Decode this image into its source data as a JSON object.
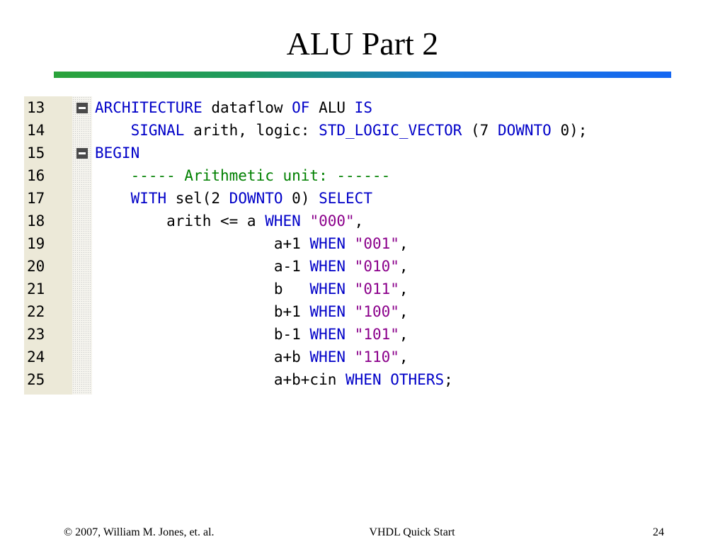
{
  "slide": {
    "title": "ALU Part 2"
  },
  "code": {
    "lines": [
      {
        "number": "13",
        "fold": true,
        "tokens": [
          {
            "t": "ARCHITECTURE",
            "k": "kw"
          },
          {
            "t": " dataflow ",
            "k": "plain"
          },
          {
            "t": "OF",
            "k": "kw"
          },
          {
            "t": " ALU ",
            "k": "plain"
          },
          {
            "t": "IS",
            "k": "kw"
          }
        ]
      },
      {
        "number": "14",
        "fold": false,
        "tokens": [
          {
            "t": "    ",
            "k": "plain"
          },
          {
            "t": "SIGNAL",
            "k": "kw"
          },
          {
            "t": " arith, logic: ",
            "k": "plain"
          },
          {
            "t": "STD_LOGIC_VECTOR",
            "k": "kw"
          },
          {
            "t": " (7 ",
            "k": "plain"
          },
          {
            "t": "DOWNTO",
            "k": "kw"
          },
          {
            "t": " 0);",
            "k": "plain"
          }
        ]
      },
      {
        "number": "15",
        "fold": true,
        "tokens": [
          {
            "t": "BEGIN",
            "k": "kw"
          }
        ]
      },
      {
        "number": "16",
        "fold": false,
        "tokens": [
          {
            "t": "    ----- Arithmetic unit: ------",
            "k": "cmt"
          }
        ]
      },
      {
        "number": "17",
        "fold": false,
        "tokens": [
          {
            "t": "    ",
            "k": "plain"
          },
          {
            "t": "WITH",
            "k": "kw"
          },
          {
            "t": " sel(2 ",
            "k": "plain"
          },
          {
            "t": "DOWNTO",
            "k": "kw"
          },
          {
            "t": " 0) ",
            "k": "plain"
          },
          {
            "t": "SELECT",
            "k": "kw"
          }
        ]
      },
      {
        "number": "18",
        "fold": false,
        "tokens": [
          {
            "t": "        arith <= a ",
            "k": "plain"
          },
          {
            "t": "WHEN",
            "k": "kw"
          },
          {
            "t": " ",
            "k": "plain"
          },
          {
            "t": "\"000\"",
            "k": "str"
          },
          {
            "t": ",",
            "k": "plain"
          }
        ]
      },
      {
        "number": "19",
        "fold": false,
        "tokens": [
          {
            "t": "                    a+1 ",
            "k": "plain"
          },
          {
            "t": "WHEN",
            "k": "kw"
          },
          {
            "t": " ",
            "k": "plain"
          },
          {
            "t": "\"001\"",
            "k": "str"
          },
          {
            "t": ",",
            "k": "plain"
          }
        ]
      },
      {
        "number": "20",
        "fold": false,
        "tokens": [
          {
            "t": "                    a-1 ",
            "k": "plain"
          },
          {
            "t": "WHEN",
            "k": "kw"
          },
          {
            "t": " ",
            "k": "plain"
          },
          {
            "t": "\"010\"",
            "k": "str"
          },
          {
            "t": ",",
            "k": "plain"
          }
        ]
      },
      {
        "number": "21",
        "fold": false,
        "tokens": [
          {
            "t": "                    b   ",
            "k": "plain"
          },
          {
            "t": "WHEN",
            "k": "kw"
          },
          {
            "t": " ",
            "k": "plain"
          },
          {
            "t": "\"011\"",
            "k": "str"
          },
          {
            "t": ",",
            "k": "plain"
          }
        ]
      },
      {
        "number": "22",
        "fold": false,
        "tokens": [
          {
            "t": "                    b+1 ",
            "k": "plain"
          },
          {
            "t": "WHEN",
            "k": "kw"
          },
          {
            "t": " ",
            "k": "plain"
          },
          {
            "t": "\"100\"",
            "k": "str"
          },
          {
            "t": ",",
            "k": "plain"
          }
        ]
      },
      {
        "number": "23",
        "fold": false,
        "tokens": [
          {
            "t": "                    b-1 ",
            "k": "plain"
          },
          {
            "t": "WHEN",
            "k": "kw"
          },
          {
            "t": " ",
            "k": "plain"
          },
          {
            "t": "\"101\"",
            "k": "str"
          },
          {
            "t": ",",
            "k": "plain"
          }
        ]
      },
      {
        "number": "24",
        "fold": false,
        "tokens": [
          {
            "t": "                    a+b ",
            "k": "plain"
          },
          {
            "t": "WHEN",
            "k": "kw"
          },
          {
            "t": " ",
            "k": "plain"
          },
          {
            "t": "\"110\"",
            "k": "str"
          },
          {
            "t": ",",
            "k": "plain"
          }
        ]
      },
      {
        "number": "25",
        "fold": false,
        "tokens": [
          {
            "t": "                    a+b+cin ",
            "k": "plain"
          },
          {
            "t": "WHEN",
            "k": "kw"
          },
          {
            "t": " ",
            "k": "plain"
          },
          {
            "t": "OTHERS",
            "k": "kw"
          },
          {
            "t": ";",
            "k": "plain"
          }
        ]
      }
    ]
  },
  "footer": {
    "left": "© 2007, William M. Jones, et. al.",
    "center": "VHDL Quick Start",
    "right": "24"
  },
  "colors": {
    "keyword": "#0000c8",
    "string": "#8b008b",
    "comment": "#008000",
    "rule_start": "#2aa33a",
    "rule_end": "#1466f2"
  }
}
